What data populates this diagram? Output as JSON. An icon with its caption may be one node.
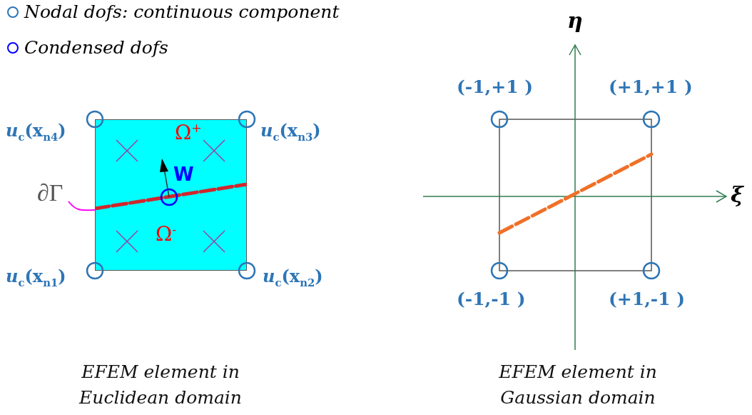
{
  "diagram": {
    "nodes": [
      {
        "text": [],
        "shape": "box"
      },
      {
        "text": [],
        "shape": "bar",
        "in": 0
      },
      {
        "text": [
          "∂Γ"
        ]
      }
    ],
    "edges": [
      {
        "from": 2,
        "to": 1,
        "arrow": "none",
        "color": "#ff00ff"
      }
    ],
    "labels": [
      "*u*$_{c}$(x$_{n4}$)",
      "Ω$^{+}$",
      "*u*$_{c}$(x$_{n3}$)",
      "W",
      "Ω$^{-}$",
      "*u*$_{c}$(x$_{n1}$)",
      "*u*$_{c}$(x$_{n2}$)",
      "η",
      "(-1,+1 )",
      "(+1,+1 )",
      "ξ",
      "(-1,-1 )",
      "(+1,-1 )",
      "EFEM element in Euclidean domain",
      "EFEM element in Gaussian domain"
    ],
    "legend": [
      {
        "text": "Nodal dofs: continuous component"
      },
      {
        "text": "Condensed dofs"
      }
    ]
  }
}
